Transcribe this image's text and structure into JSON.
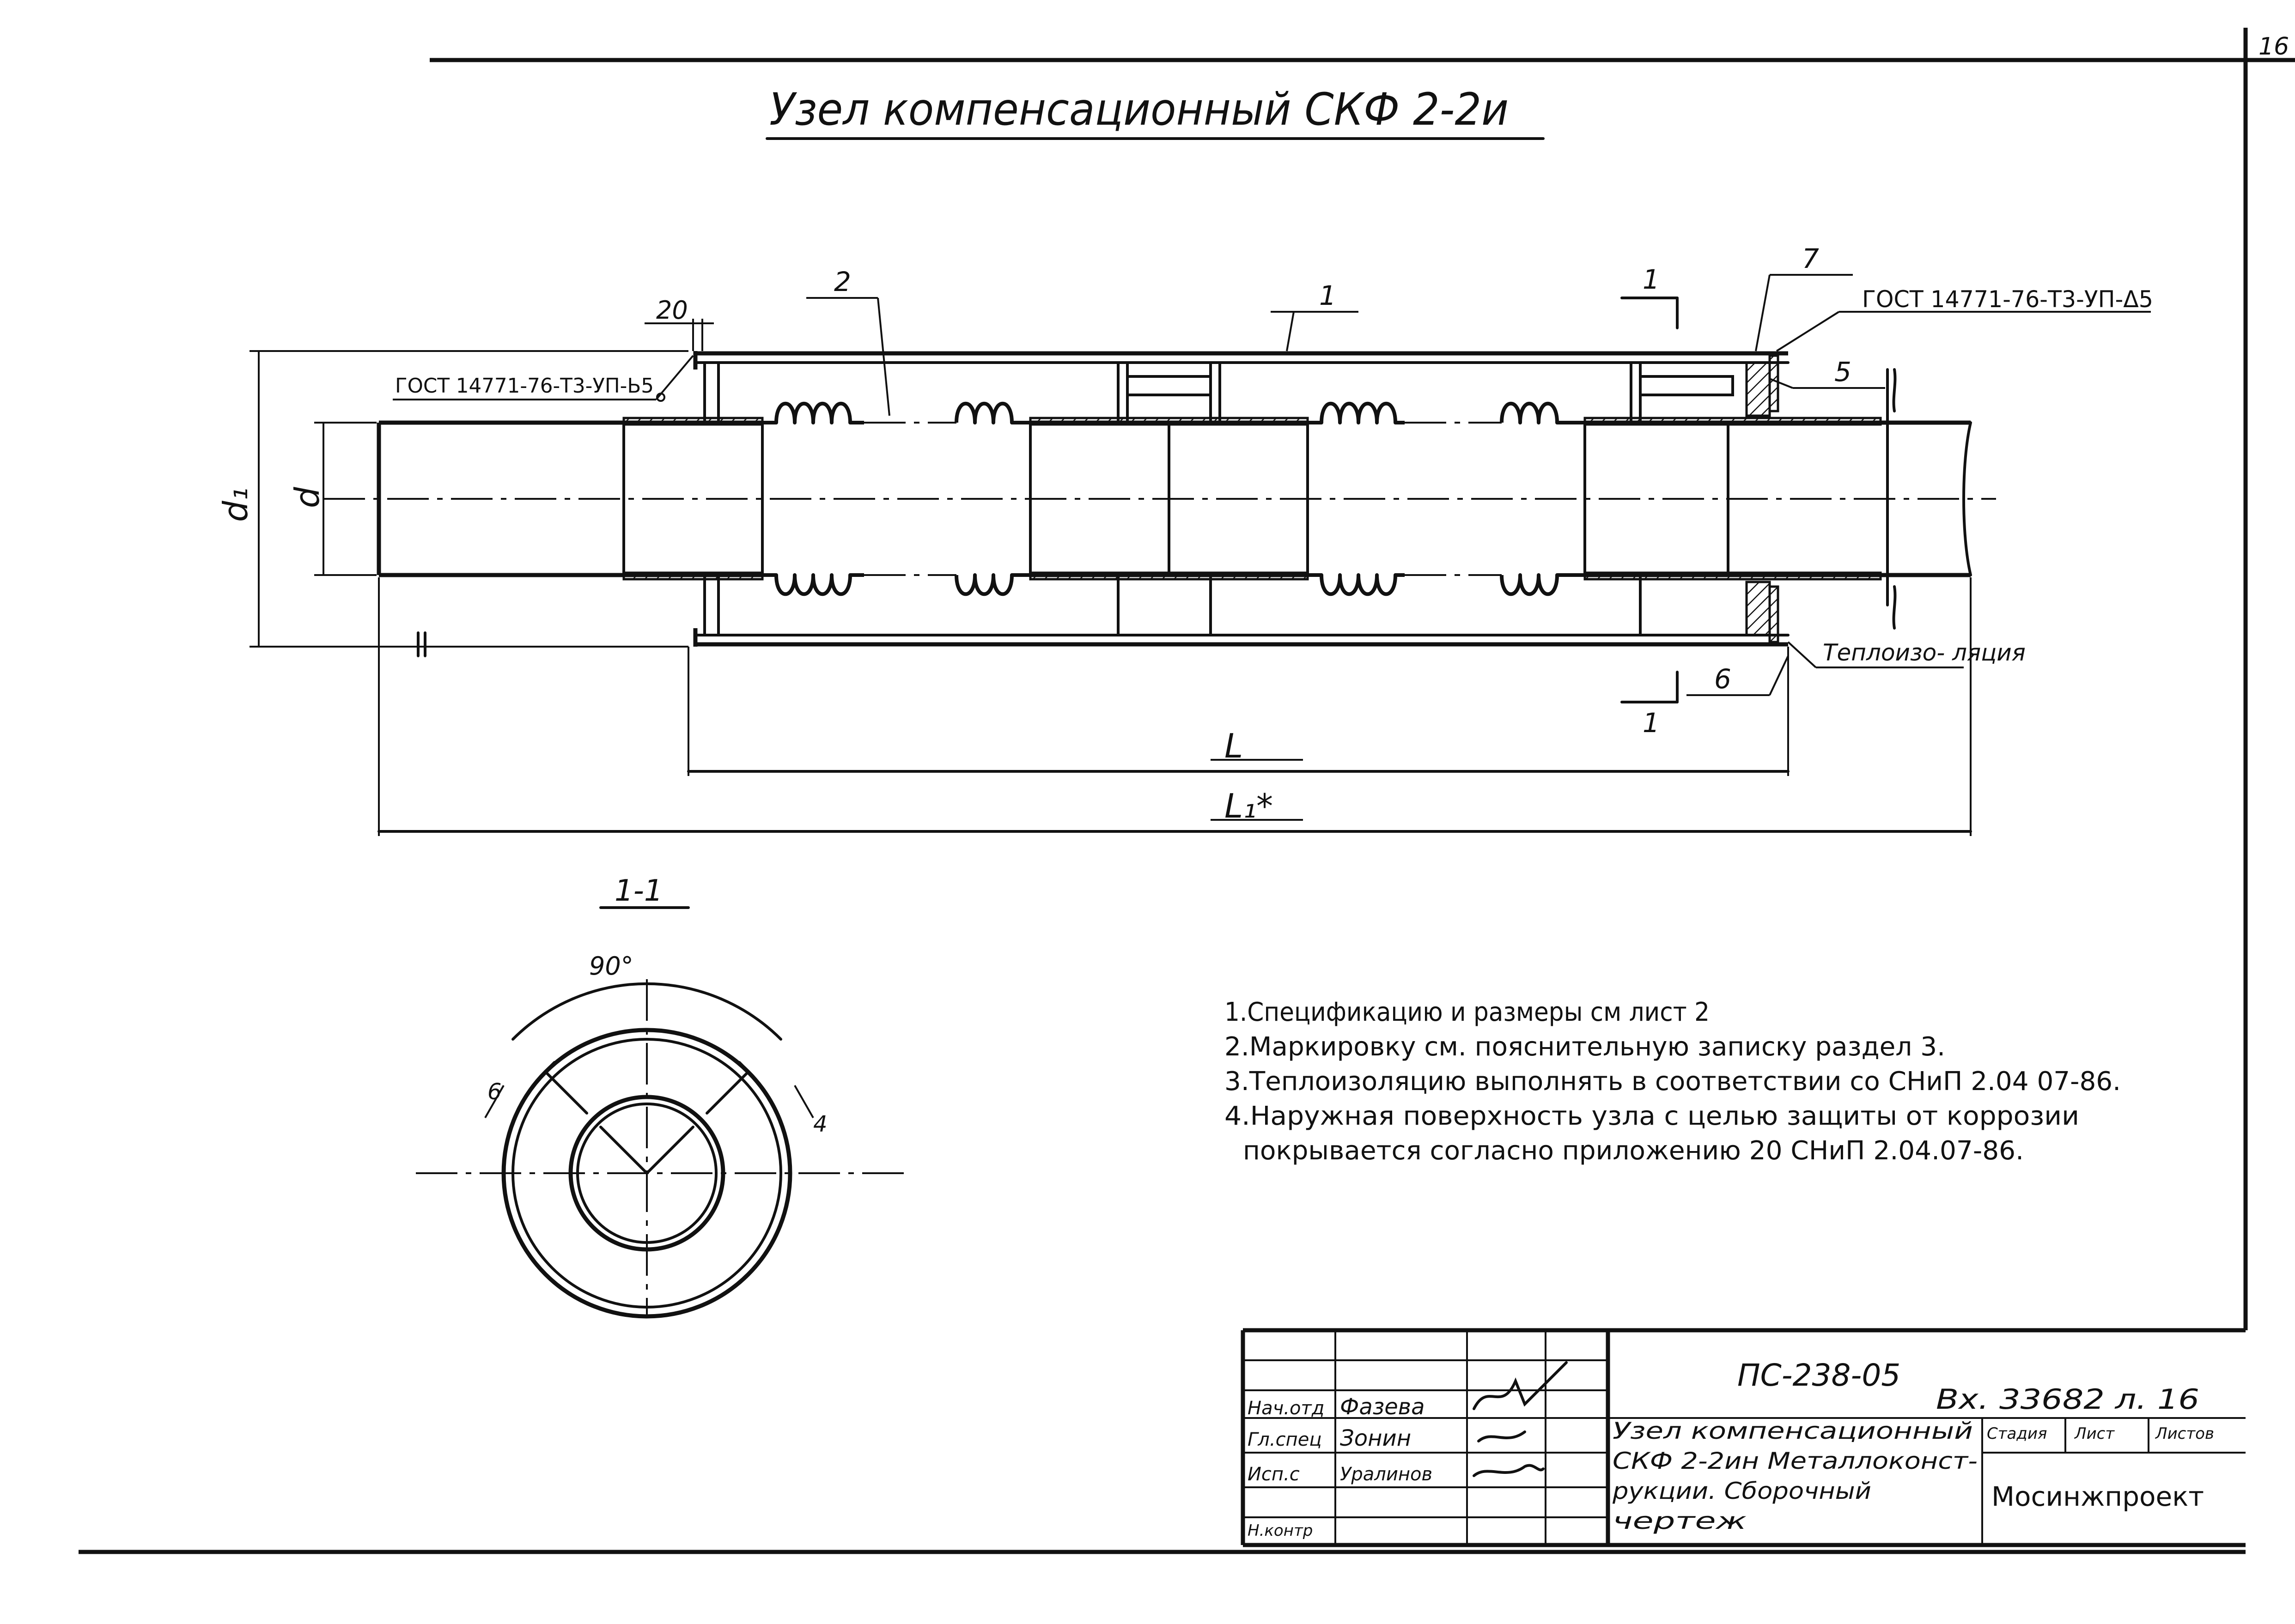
{
  "sheet_number": "16",
  "title": "Узел компенсационный СКФ 2-2и",
  "labels": {
    "weld_left": "ГОСТ 14771-76-Т3-УП-Ь5",
    "weld_right": "ГОСТ 14771-76-Т3-УП-Δ5",
    "dim_20": "20",
    "pos_1": "1",
    "pos_2": "2",
    "pos_5": "5",
    "pos_6": "6",
    "pos_7": "7",
    "section_mark": "1",
    "insulation": "Теплоизо- ляция",
    "d1": "d₁",
    "d": "d",
    "L": "L",
    "L1": "L₁*",
    "break_mark": "//"
  },
  "section": {
    "title": "1-1",
    "angle": "90°",
    "mark_left": "6",
    "mark_right": "4"
  },
  "notes": [
    "1.Спецификацию и размеры см лист 2",
    "2.Маркировку см. пояснительную записку раздел 3.",
    "3.Теплоизоляцию выполнять в соответствии со СНиП 2.04 07-86.",
    "4.Наружная поверхность узла с целью защиты от коррозии",
    "покрывается согласно приложению 20 СНиП 2.04.07-86."
  ],
  "title_block": {
    "code": "ПС-238-05",
    "inv": "Вх. 33682 л. 16",
    "rows": [
      {
        "role": "Нач.отд",
        "name": "Фазева"
      },
      {
        "role": "Гл.спец",
        "name": "Зонин"
      },
      {
        "role": "Исп.с",
        "name": "Уралинов"
      },
      {
        "role": "Н.контр",
        "name": ""
      }
    ],
    "description": "Узел компенсационный СКФ 2-2ин Металлоконструкции. Сборочный чертеж",
    "description_lines": [
      "Узел компенсационный",
      "СКФ 2-2ин Металлоконст-",
      "рукции. Сборочный",
      "чертеж"
    ],
    "cols": [
      "Стадия",
      "Лист",
      "Листов"
    ],
    "org": "Мосинжпроект"
  }
}
